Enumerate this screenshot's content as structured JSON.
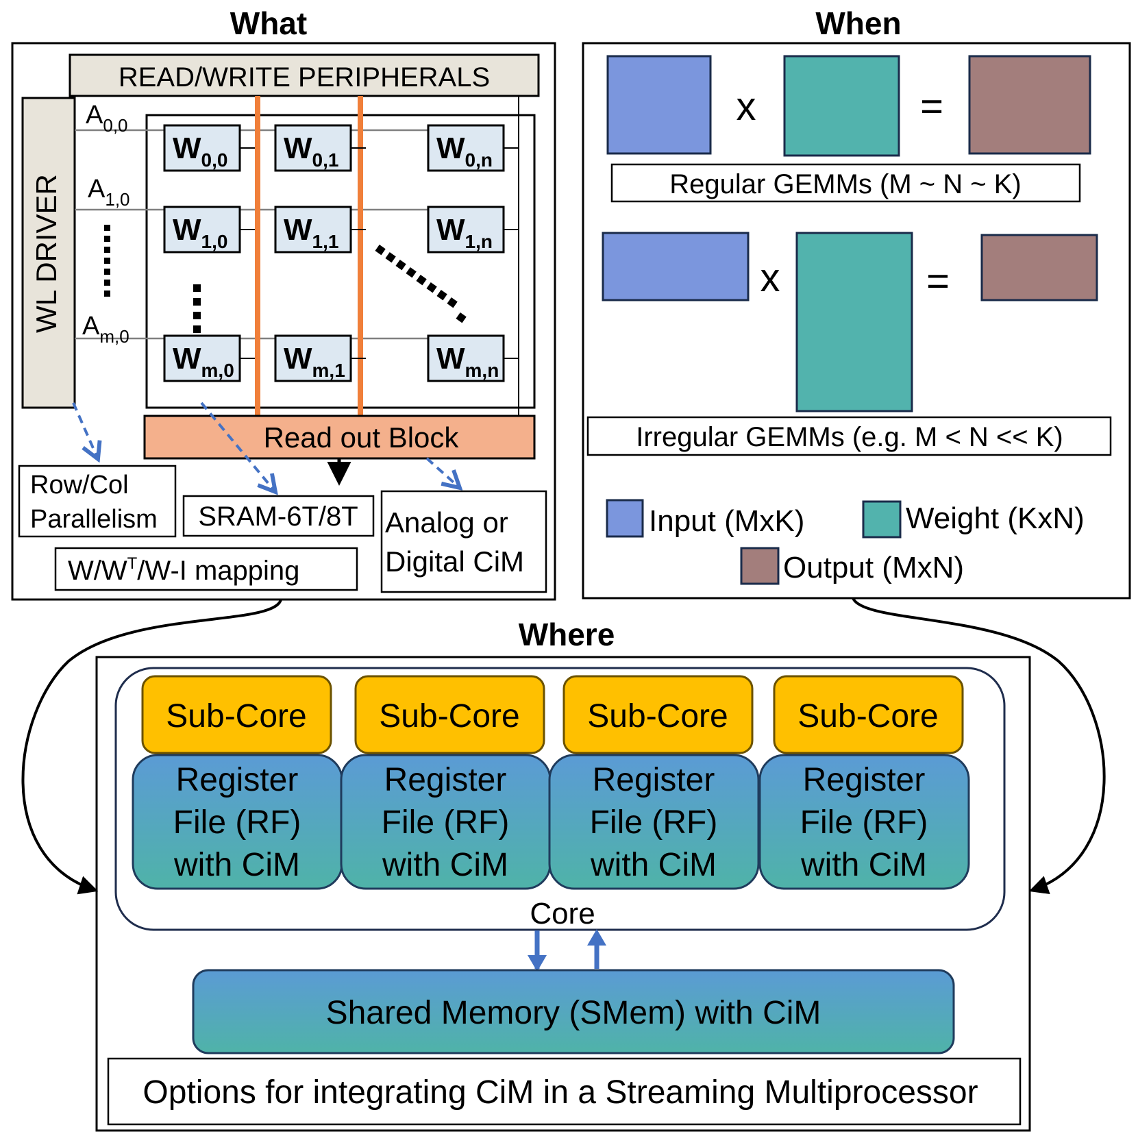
{
  "colors": {
    "input": "#7b96dd",
    "weight": "#52b3ad",
    "output": "#a37e7c",
    "orange_line": "#f07f3a",
    "readout": "#f4b08c",
    "peripheral": "#e8e4da",
    "cell": "#dde8f2",
    "subcore": "#ffc000",
    "arrow_blue": "#4472c4"
  },
  "what": {
    "title": "What",
    "peripherals": "READ/WRITE PERIPHERALS",
    "wl_driver": "WL DRIVER",
    "row_labels": [
      {
        "main": "A",
        "sub": "0,0"
      },
      {
        "main": "A",
        "sub": "1,0"
      },
      {
        "main": "A",
        "sub": "m,0"
      }
    ],
    "cells": [
      [
        {
          "main": "W",
          "sub": "0,0"
        },
        {
          "main": "W",
          "sub": "0,1"
        },
        {
          "main": "W",
          "sub": "0,n"
        }
      ],
      [
        {
          "main": "W",
          "sub": "1,0"
        },
        {
          "main": "W",
          "sub": "1,1"
        },
        {
          "main": "W",
          "sub": "1,n"
        }
      ],
      [
        {
          "main": "W",
          "sub": "m,0"
        },
        {
          "main": "W",
          "sub": "m,1"
        },
        {
          "main": "W",
          "sub": "m,n"
        }
      ]
    ],
    "readout": "Read out Block",
    "rowcol_line1": "Row/Col",
    "rowcol_line2": "Parallelism",
    "sram": "SRAM-6T/8T",
    "analog_line1": "Analog or",
    "analog_line2": "Digital CiM",
    "mapping_pre": "W/W",
    "mapping_sup": "T",
    "mapping_post": "/W-I mapping"
  },
  "when": {
    "title": "When",
    "times": "x",
    "equals": "=",
    "regular": "Regular GEMMs (M ~ N ~ K)",
    "irregular": "Irregular GEMMs (e.g. M < N << K)",
    "legend_input": "Input (MxK)",
    "legend_weight": "Weight (KxN)",
    "legend_output": "Output (MxN)"
  },
  "where": {
    "title": "Where",
    "subcore": "Sub-Core",
    "rf_line1": "Register",
    "rf_line2": "File (RF)",
    "rf_line3": "with CiM",
    "core": "Core",
    "smem": "Shared Memory (SMem) with CiM",
    "caption": "Options for integrating CiM in a Streaming Multiprocessor"
  }
}
